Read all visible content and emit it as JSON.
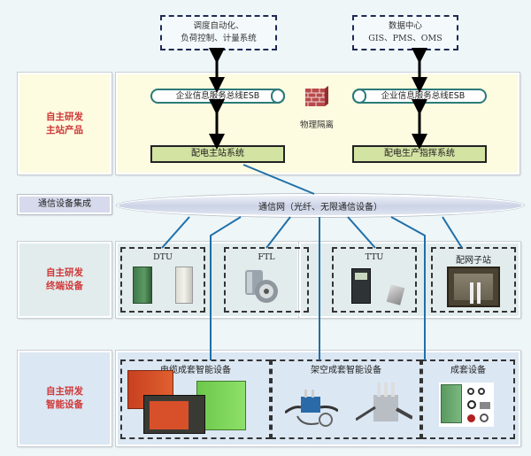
{
  "top_boxes": {
    "left": {
      "line1": "调度自动化、",
      "line2": "负荷控制、计量系统"
    },
    "right": {
      "line1": "数据中心",
      "line2": "GIS、PMS、OMS"
    }
  },
  "rows": {
    "master": {
      "label_line1": "自主研发",
      "label_line2": "主站产品",
      "esb_left": "企业信息服务总线ESB",
      "esb_right": "企业信息服务总线ESB",
      "firewall_label": "物理隔离",
      "system_left": "配电主站系统",
      "system_right": "配电生产指挥系统"
    },
    "comm": {
      "label": "通信设备集成",
      "network": "通信网（光纤、无限通信设备）"
    },
    "terminal": {
      "label_line1": "自主研发",
      "label_line2": "终端设备",
      "groups": [
        {
          "title": "DTU"
        },
        {
          "title": "FTL"
        },
        {
          "title": "TTU"
        },
        {
          "title": "配网子站"
        }
      ]
    },
    "smart": {
      "label_line1": "自主研发",
      "label_line2": "智能设备",
      "groups": [
        {
          "title": "电缆成套智能设备"
        },
        {
          "title": "架空成套智能设备"
        },
        {
          "title": "成套设备"
        }
      ]
    }
  },
  "icons": {
    "firewall": "brick-wall-icon",
    "arrows": "double-arrow-icon"
  },
  "colors": {
    "link_line": "#1f6fa8",
    "red_label": "#d03838",
    "system_fill": "#d3e3a2",
    "esb_border": "#2c7a7a"
  }
}
